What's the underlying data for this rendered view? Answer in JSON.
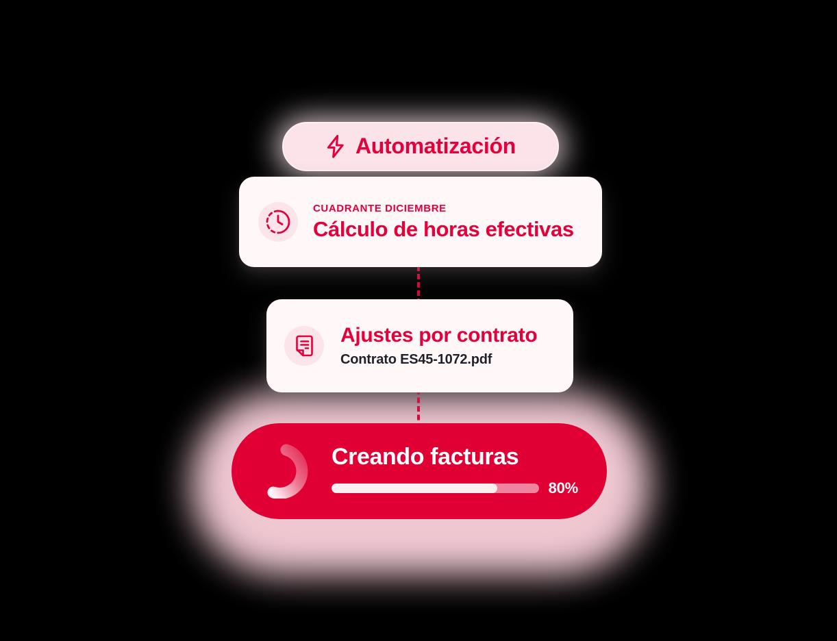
{
  "theme": {
    "accent": "#E4003A",
    "accent_solid": "#E00034",
    "card_bg": "#FFF7F8",
    "bubble_bg": "#FBE5EA",
    "pill_bg": "#FBE3E9",
    "track": "#F083A0",
    "fill": "#FDEEF2",
    "dark_text": "#1F222B"
  },
  "automation_pill": {
    "label": "Automatización",
    "icon": "lightning-bolt-icon"
  },
  "cards": [
    {
      "icon": "clock-dashed-icon",
      "eyebrow": "CUADRANTE DICIEMBRE",
      "title": "Cálculo de horas efectivas"
    },
    {
      "icon": "document-lines-icon",
      "title": "Ajustes por contrato",
      "subtitle": "Contrato ES45-1072.pdf"
    }
  ],
  "progress": {
    "icon": "loading-spinner-icon",
    "title": "Creando facturas",
    "percent_label": "80%",
    "percent_value": 80
  }
}
